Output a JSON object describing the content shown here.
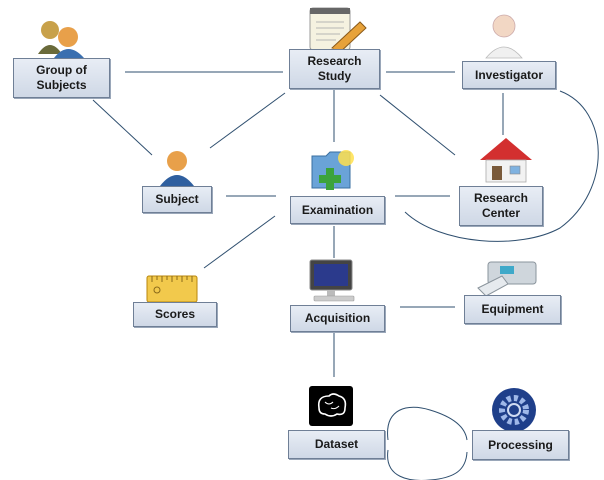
{
  "nodes": {
    "group_of_subjects": {
      "label": "Group of\nSubjects",
      "icon": "people-group-icon"
    },
    "research_study": {
      "label": "Research\nStudy",
      "icon": "notepad-pencil-icon"
    },
    "investigator": {
      "label": "Investigator",
      "icon": "person-bust-icon"
    },
    "subject": {
      "label": "Subject",
      "icon": "person-icon"
    },
    "examination": {
      "label": "Examination",
      "icon": "folder-plus-icon"
    },
    "research_center": {
      "label": "Research\nCenter",
      "icon": "house-icon"
    },
    "scores": {
      "label": "Scores",
      "icon": "ruler-icon"
    },
    "acquisition": {
      "label": "Acquisition",
      "icon": "computer-monitor-icon"
    },
    "equipment": {
      "label": "Equipment",
      "icon": "scanner-icon"
    },
    "dataset": {
      "label": "Dataset",
      "icon": "brain-icon"
    },
    "processing": {
      "label": "Processing",
      "icon": "gear-icon"
    }
  },
  "colors": {
    "label_border": "#6f7f96",
    "label_fill": "#dbe2ee",
    "connector": "#2f4f6f"
  }
}
